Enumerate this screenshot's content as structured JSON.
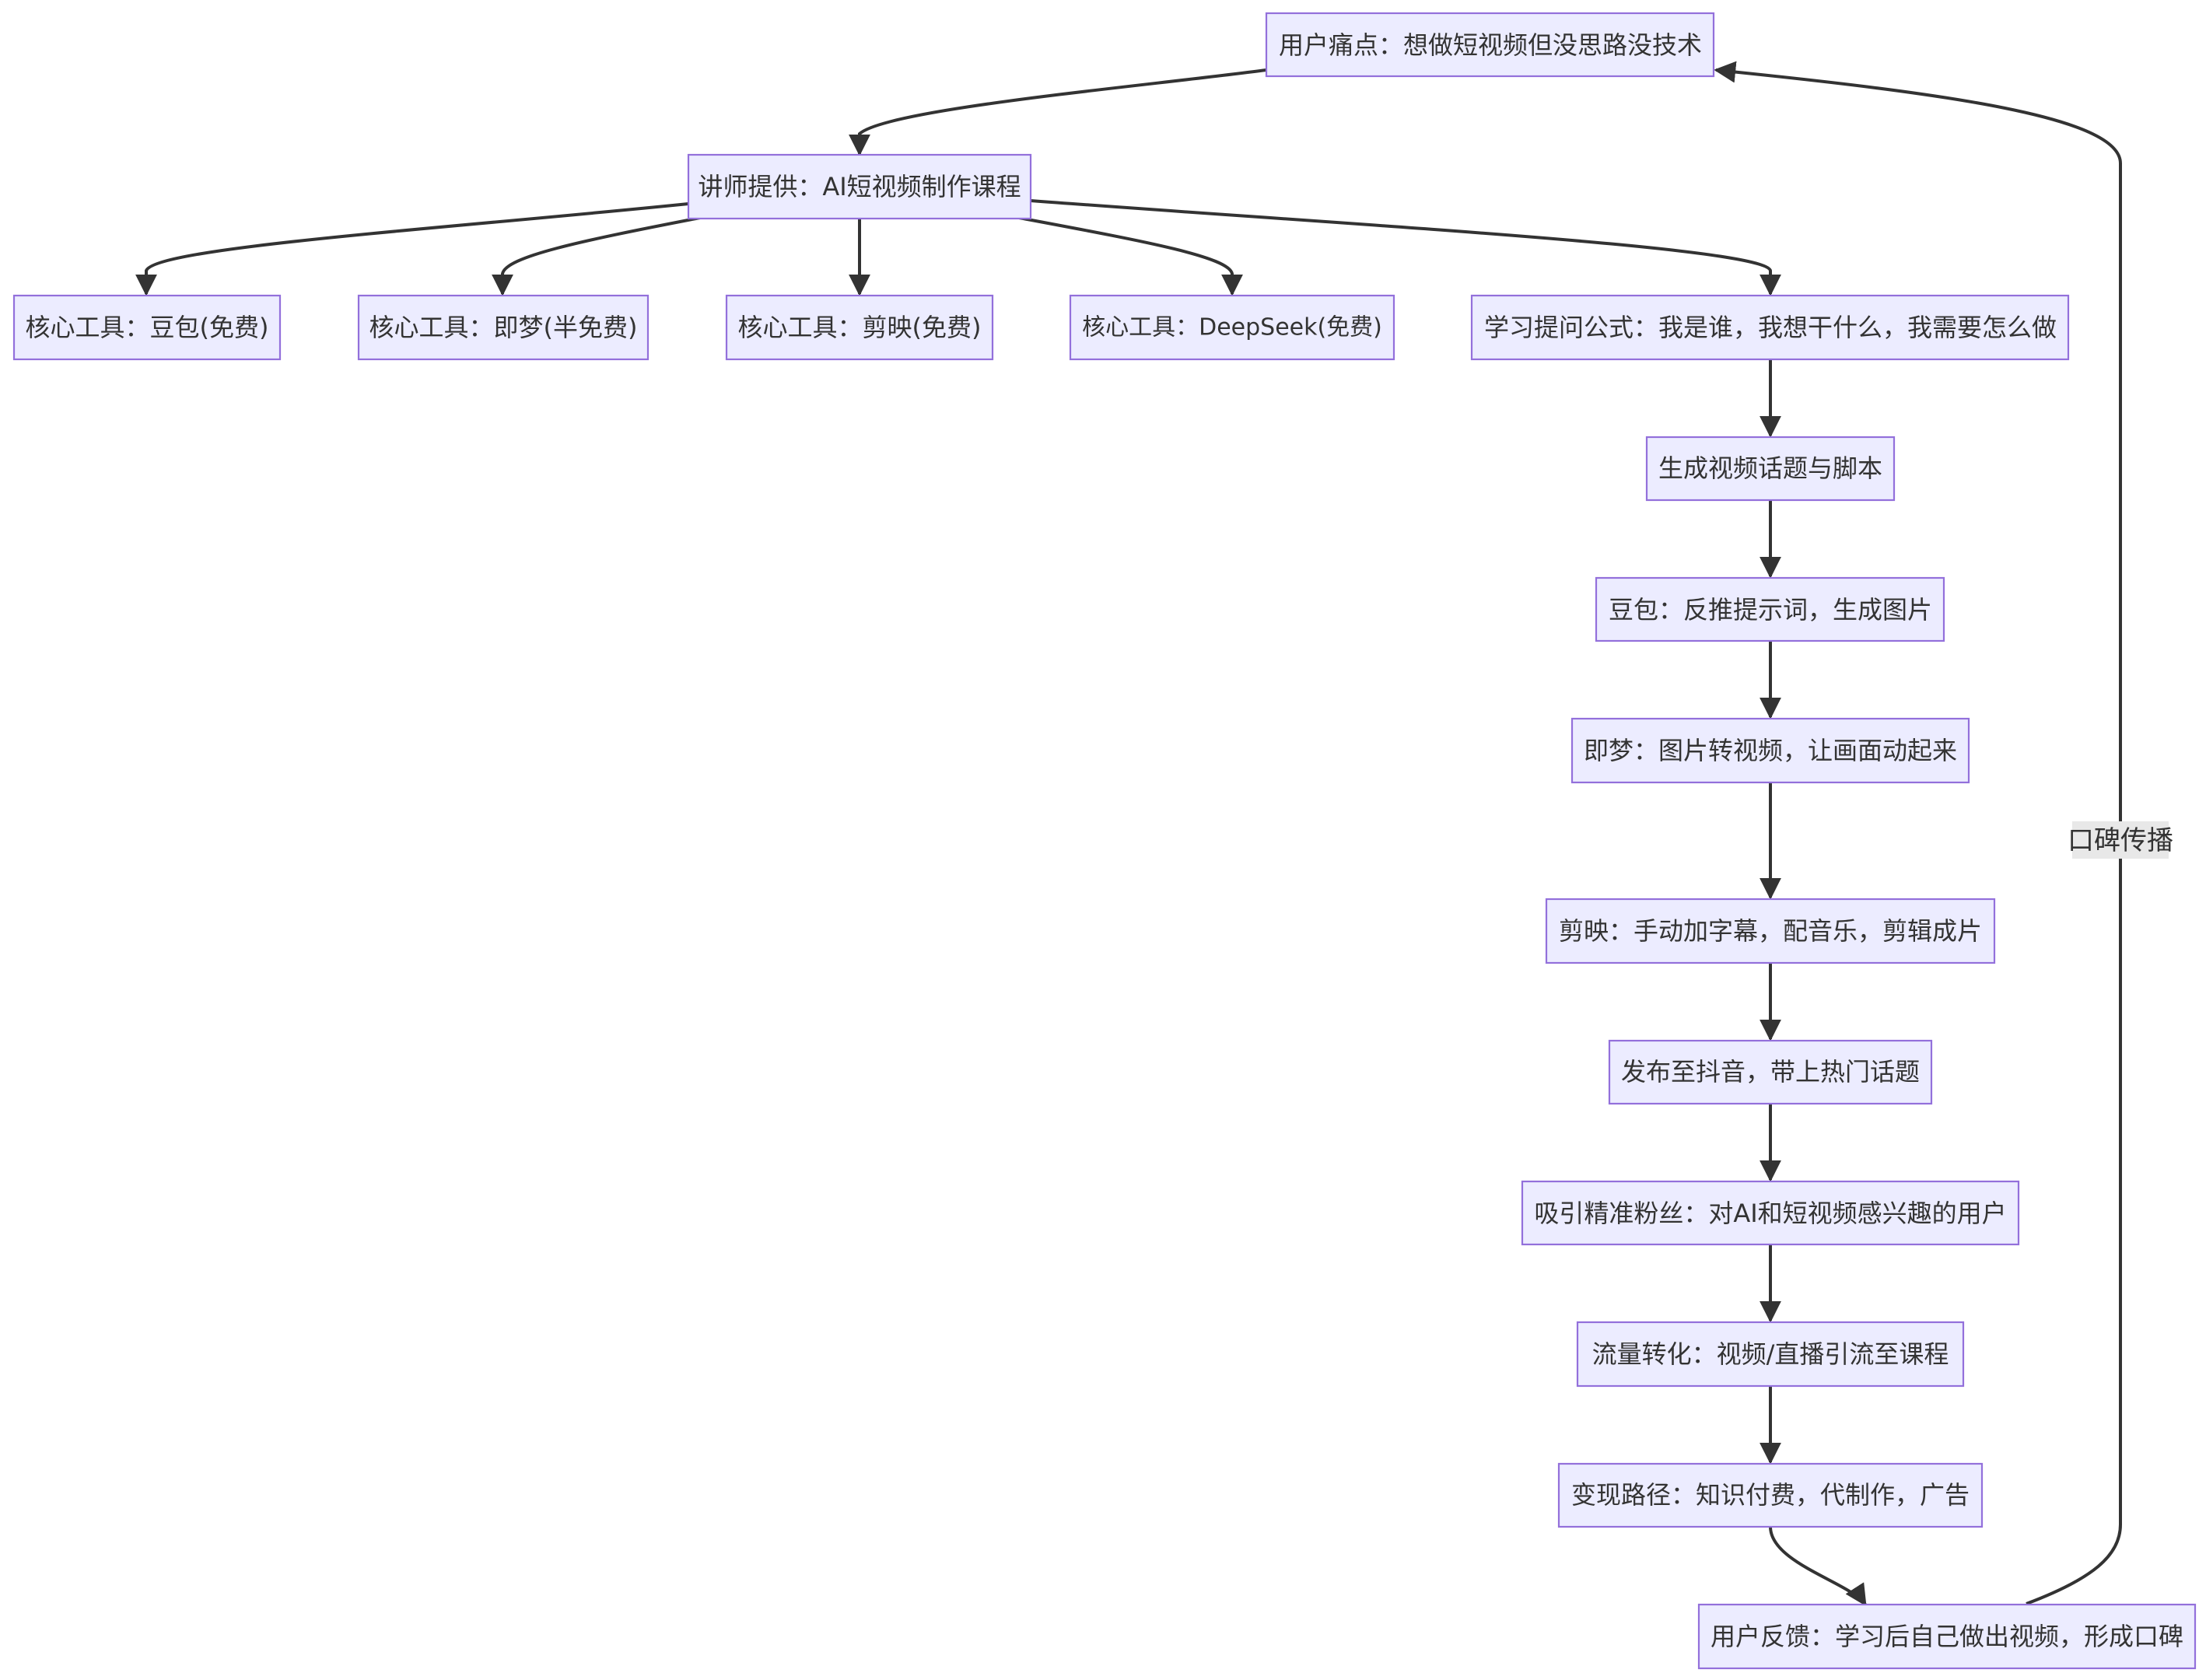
{
  "nodes": {
    "pain": "用户痛点：想做短视频但没思路没技术",
    "course": "讲师提供：AI短视频制作课程",
    "tool_doubao": "核心工具：豆包(免费)",
    "tool_jimeng": "核心工具：即梦(半免费)",
    "tool_jianying": "核心工具：剪映(免费)",
    "tool_deepseek": "核心工具：DeepSeek(免费)",
    "formula": "学习提问公式：我是谁，我想干什么，我需要怎么做",
    "script": "生成视频话题与脚本",
    "doubao_image": "豆包：反推提示词，生成图片",
    "jimeng_video": "即梦：图片转视频，让画面动起来",
    "jianying_edit": "剪映：手动加字幕，配音乐，剪辑成片",
    "publish": "发布至抖音，带上热门话题",
    "fans": "吸引精准粉丝：对AI和短视频感兴趣的用户",
    "traffic": "流量转化：视频/直播引流至课程",
    "monetize": "变现路径：知识付费，代制作，广告",
    "feedback": "用户反馈：学习后自己做出视频，形成口碑"
  },
  "edge_labels": {
    "word_of_mouth": "口碑传播"
  }
}
